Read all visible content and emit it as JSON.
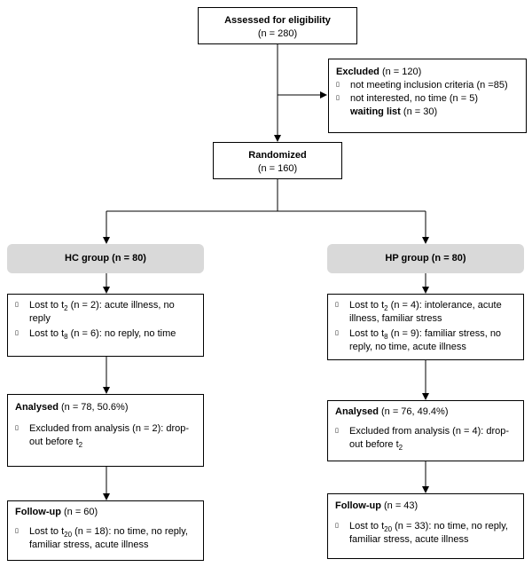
{
  "assessed": {
    "label": "Assessed for eligibility",
    "n": "(n = 280)"
  },
  "excluded": {
    "label": "Excluded",
    "n": " (n = 120)",
    "items": [
      {
        "text": "not meeting inclusion criteria (n =85)"
      },
      {
        "text": "not interested, no time (n = 5)"
      }
    ],
    "waiting_label": "waiting list",
    "waiting_n": " (n = 30)"
  },
  "randomized": {
    "label": "Randomized",
    "n": "(n = 160)"
  },
  "hc": {
    "group": "HC group (n = 80)",
    "lost": [
      {
        "pre": "Lost to t",
        "sub": "2",
        "post": " (n = 2): acute illness, no reply"
      },
      {
        "pre": "Lost to t",
        "sub": "8",
        "post": " (n = 6): no reply, no time"
      }
    ],
    "analysed_label": "Analysed",
    "analysed_n": " (n = 78, 50.6%)",
    "excl_pre": "Excluded from analysis (n = 2): drop-out before t",
    "excl_sub": "2",
    "followup_label": "Follow-up",
    "followup_n": " (n = 60)",
    "fu_pre": "Lost to t",
    "fu_sub": "20",
    "fu_post": " (n = 18): no time, no reply, familiar stress, acute illness"
  },
  "hp": {
    "group": "HP group (n = 80)",
    "lost": [
      {
        "pre": "Lost to t",
        "sub": "2",
        "post": " (n = 4): intolerance, acute illness, familiar stress"
      },
      {
        "pre": "Lost to t",
        "sub": "8",
        "post": " (n = 9): familiar stress, no reply, no time, acute illness"
      }
    ],
    "analysed_label": "Analysed",
    "analysed_n": " (n = 76, 49.4%)",
    "excl_pre": "Excluded from analysis (n = 4): drop-out before t",
    "excl_sub": "2",
    "followup_label": "Follow-up",
    "followup_n": " (n = 43)",
    "fu_pre": "Lost to t",
    "fu_sub": "20",
    "fu_post": " (n = 33): no time, no reply, familiar stress, acute illness"
  },
  "bullet_glyph": "▯"
}
